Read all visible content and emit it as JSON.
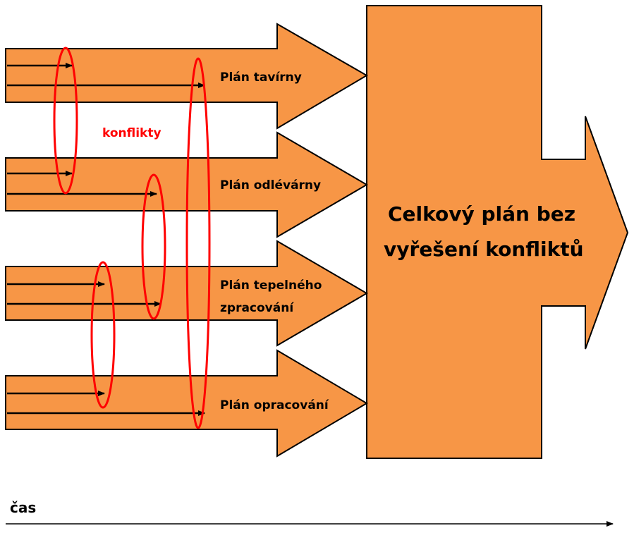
{
  "plans": [
    {
      "label": "Plán tavírny"
    },
    {
      "label": "Plán odlévárny"
    },
    {
      "label_lines": [
        "Plán tepelného",
        "zpracování"
      ]
    },
    {
      "label": "Plán opracování"
    }
  ],
  "overall_plan": {
    "label_lines": [
      "Celkový plán bez",
      "vyřešení konfliktů"
    ]
  },
  "conflicts_label": "konflikty",
  "time_label": "čas",
  "colors": {
    "arrow_fill": "#f79646",
    "outline": "#000000",
    "conflict": "#ff0000"
  }
}
